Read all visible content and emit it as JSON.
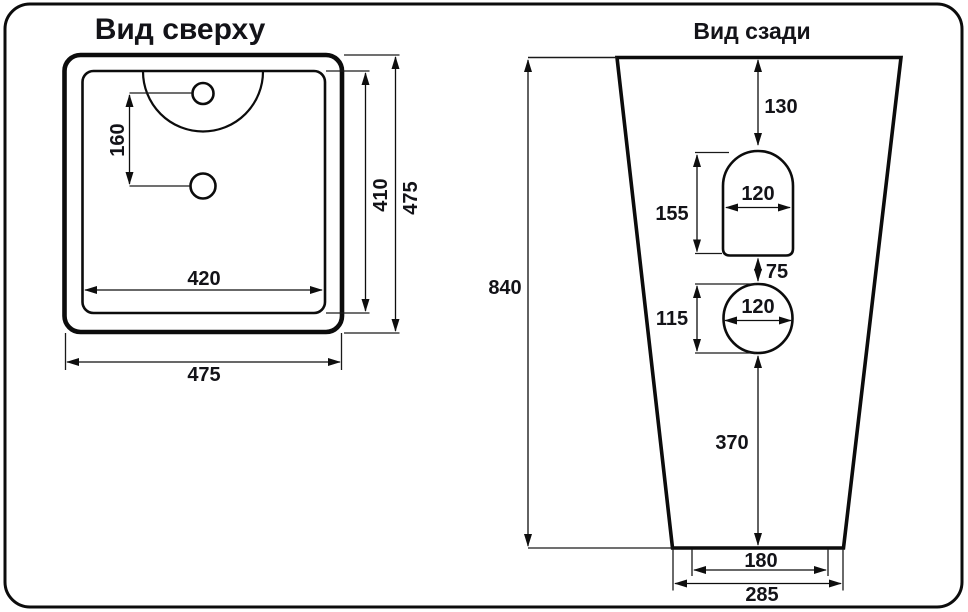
{
  "drawing": {
    "language": "ru",
    "colors": {
      "line": "#0c0c0c",
      "text": "#131318",
      "background": "#ffffff"
    }
  },
  "top_view": {
    "title": "Вид сверху",
    "dims": {
      "hole_spacing": "160",
      "inner_width": "420",
      "outer_width": "475",
      "inner_depth": "410",
      "outer_depth": "475"
    }
  },
  "back_view": {
    "title": "Вид сзади",
    "dims": {
      "total_height": "840",
      "top_to_opening": "130",
      "opening_height": "155",
      "opening_width": "120",
      "opening_to_hole_gap": "75",
      "hole_height": "115",
      "hole_width": "120",
      "hole_to_floor": "370",
      "base_inner_width": "180",
      "base_width": "285"
    }
  }
}
